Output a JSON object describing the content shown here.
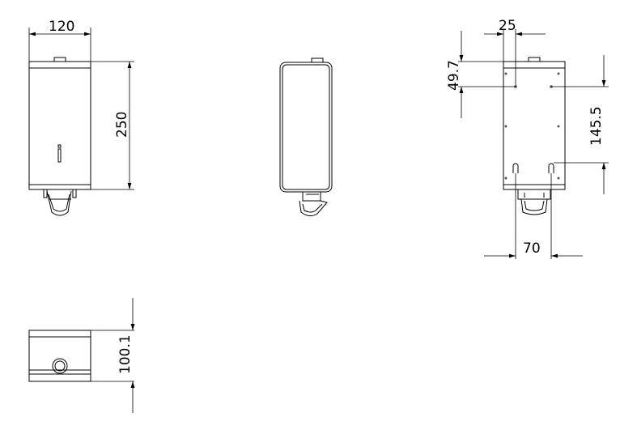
{
  "dimensions": {
    "front_width": "120",
    "front_height": "250",
    "top_height": "100.1",
    "rear_offset": "25",
    "rear_top_hole": "49.7",
    "rear_hole_spacing": "145.5",
    "rear_bottom_spacing": "70"
  }
}
